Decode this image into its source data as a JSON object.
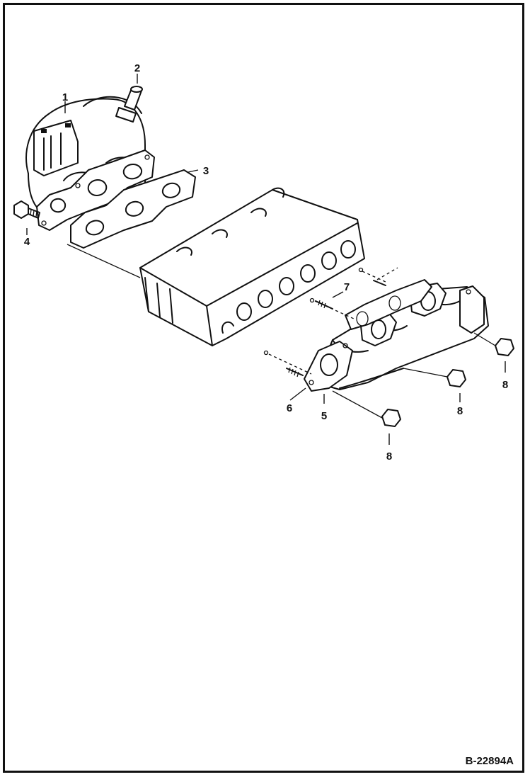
{
  "figure": {
    "figure_number": "B-22894A"
  },
  "callouts": [
    {
      "id": "c1",
      "label": "1"
    },
    {
      "id": "c2",
      "label": "2"
    },
    {
      "id": "c3",
      "label": "3"
    },
    {
      "id": "c4",
      "label": "4"
    },
    {
      "id": "c5",
      "label": "5"
    },
    {
      "id": "c6",
      "label": "6"
    },
    {
      "id": "c7",
      "label": "7"
    },
    {
      "id": "c8a",
      "label": "8"
    },
    {
      "id": "c8b",
      "label": "8"
    },
    {
      "id": "c8c",
      "label": "8"
    }
  ],
  "colors": {
    "line": "#111111",
    "background": "#ffffff"
  }
}
